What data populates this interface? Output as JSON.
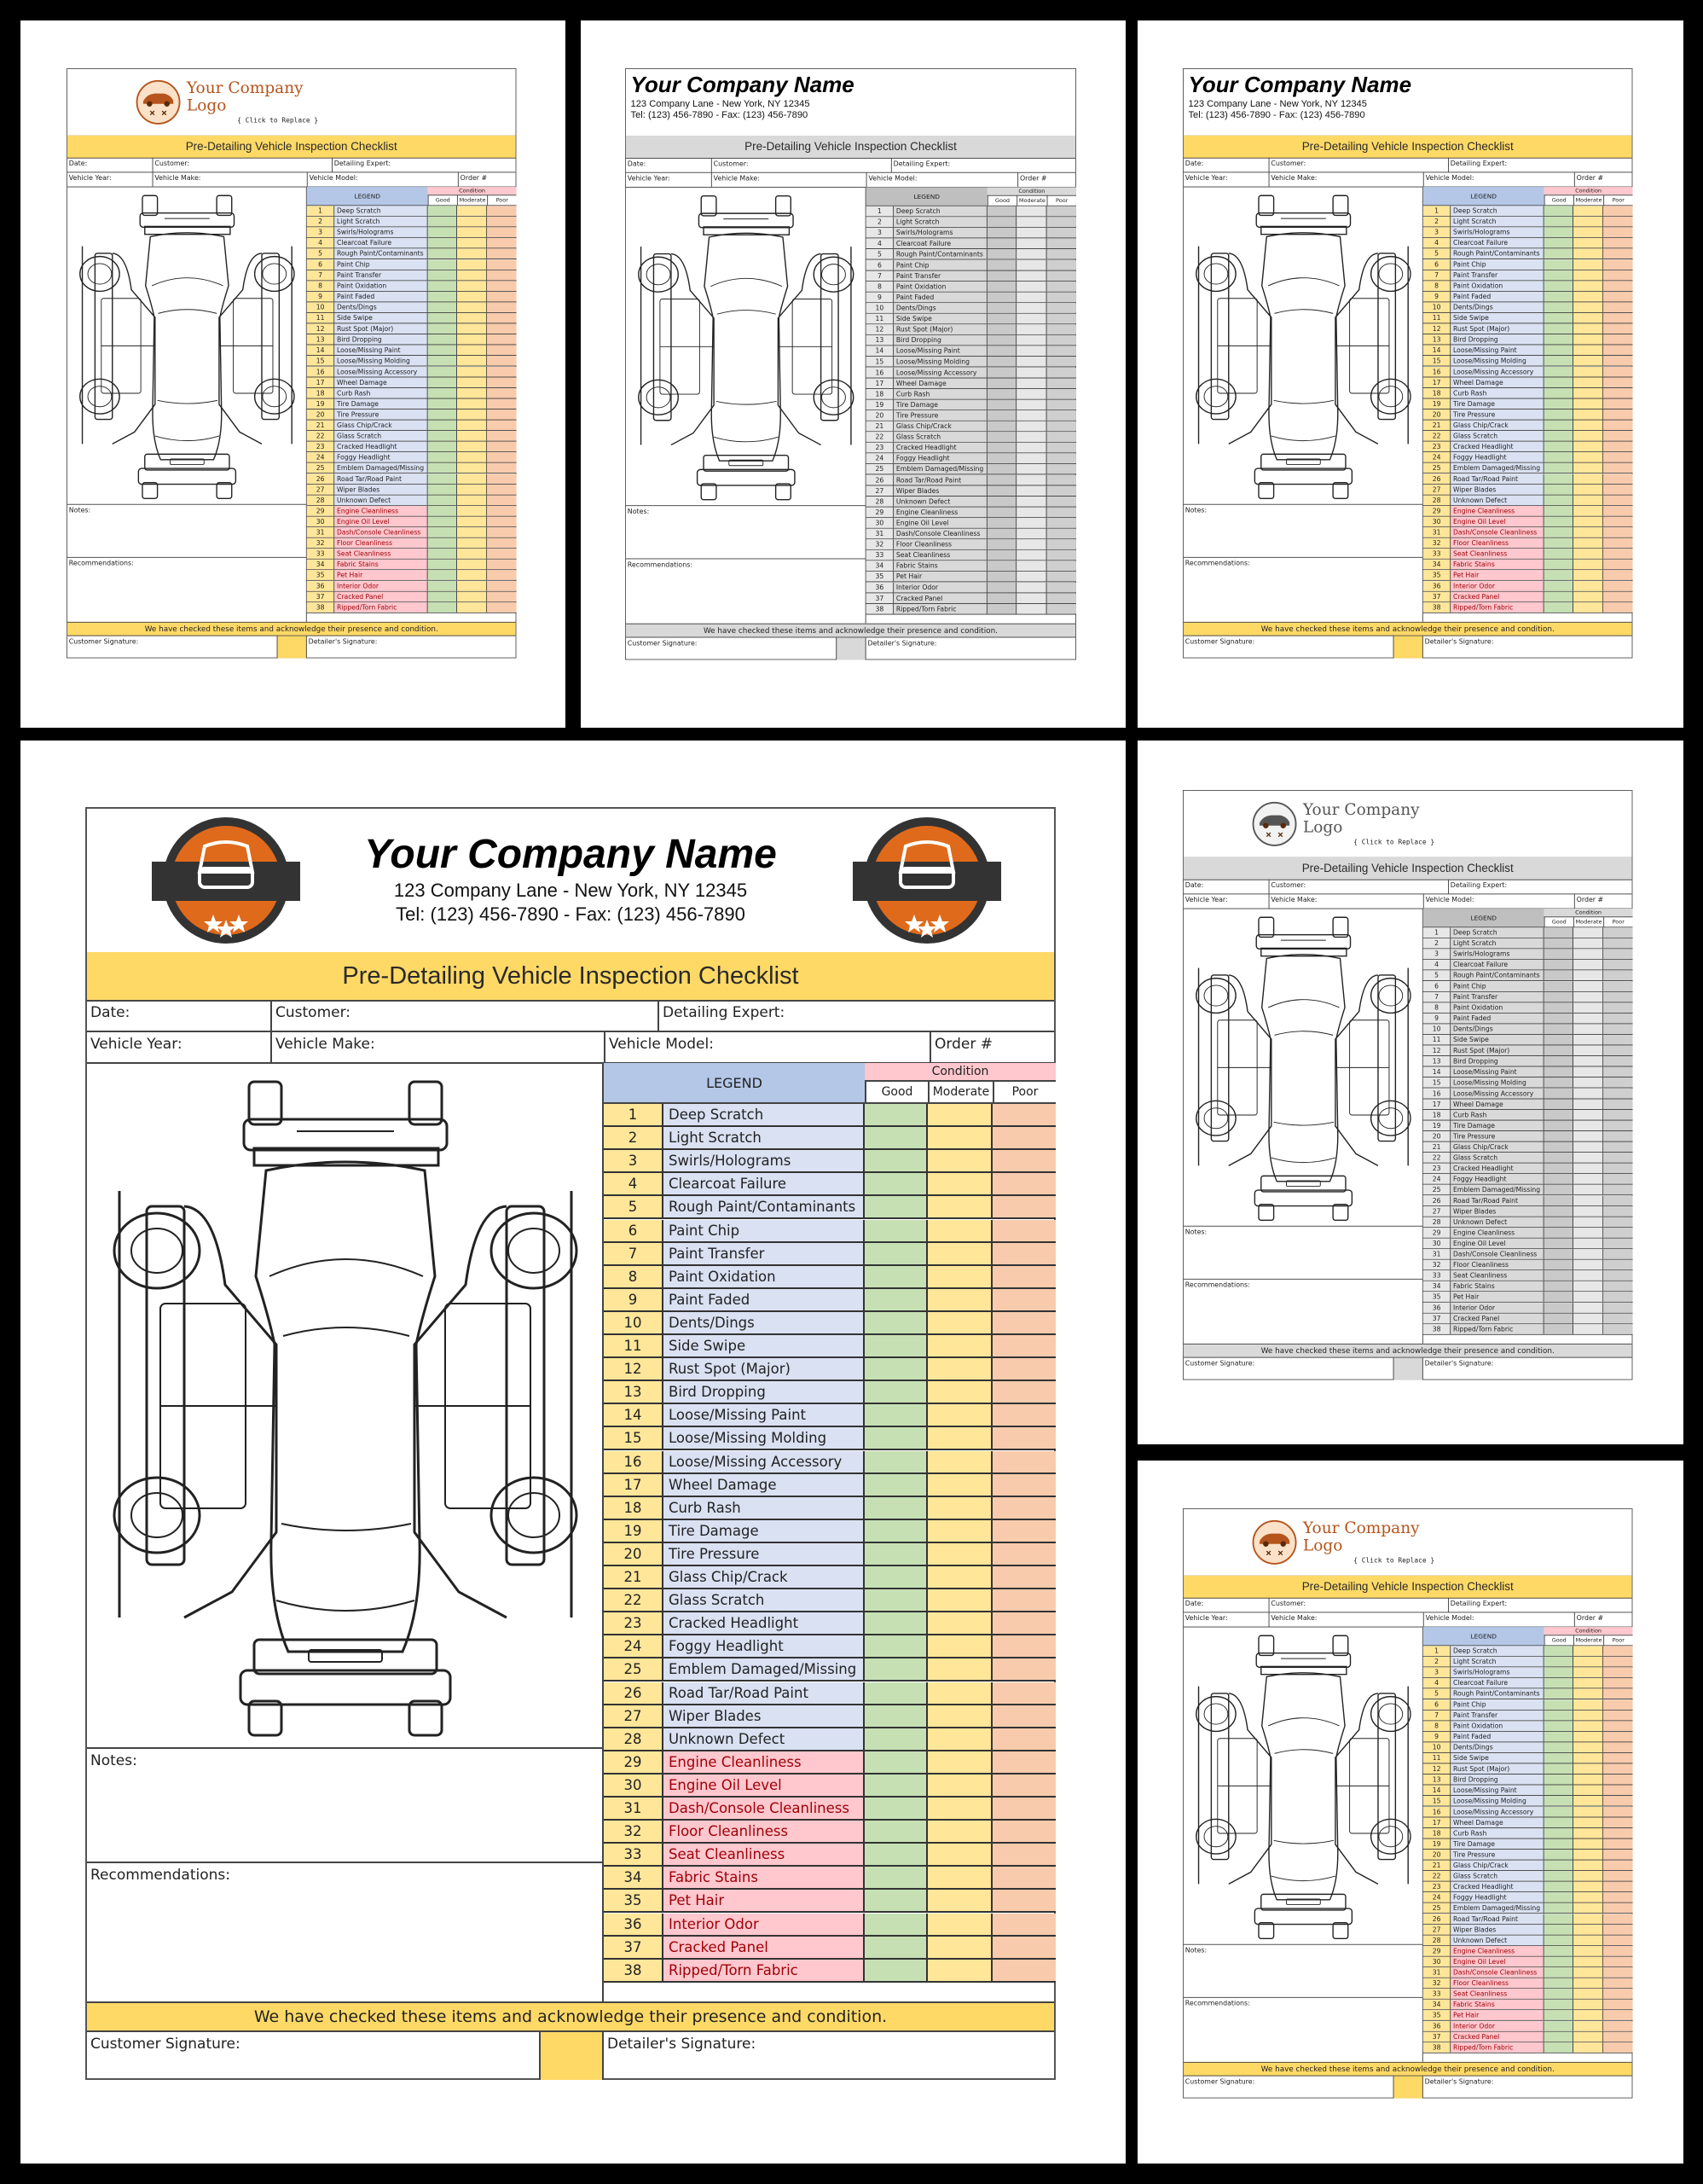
{
  "company": {
    "name": "Your Company Name",
    "address": "123 Company Lane - New York, NY 12345",
    "phone": "Tel: (123) 456-7890 - Fax: (123) 456-7890",
    "logo_line1": "Your Company",
    "logo_line2": "Logo",
    "logo_hint": "{ Click to Replace }"
  },
  "form": {
    "title": "Pre-Detailing Vehicle Inspection Checklist",
    "fields_row1": [
      "Date:",
      "Customer:",
      "Detailing Expert:"
    ],
    "fields_row2": [
      "Vehicle Year:",
      "Vehicle Make:",
      "Vehicle Model:",
      "Order #"
    ],
    "legend_header": "LEGEND",
    "condition_header": "Condition",
    "condition_columns": [
      "Good",
      "Moderate",
      "Poor"
    ],
    "notes_label": "Notes:",
    "recommendations_label": "Recommendations:",
    "acknowledgement": "We have checked these items and acknowledge their presence and condition.",
    "customer_signature_label": "Customer Signature:",
    "detailer_signature_label": "Detailer's Signature:",
    "legend_items": [
      {
        "n": "1",
        "label": "Deep Scratch",
        "group": "exterior"
      },
      {
        "n": "2",
        "label": "Light Scratch",
        "group": "exterior"
      },
      {
        "n": "3",
        "label": "Swirls/Holograms",
        "group": "exterior"
      },
      {
        "n": "4",
        "label": "Clearcoat Failure",
        "group": "exterior"
      },
      {
        "n": "5",
        "label": "Rough Paint/Contaminants",
        "group": "exterior"
      },
      {
        "n": "6",
        "label": "Paint Chip",
        "group": "exterior"
      },
      {
        "n": "7",
        "label": "Paint Transfer",
        "group": "exterior"
      },
      {
        "n": "8",
        "label": "Paint Oxidation",
        "group": "exterior"
      },
      {
        "n": "9",
        "label": "Paint Faded",
        "group": "exterior"
      },
      {
        "n": "10",
        "label": "Dents/Dings",
        "group": "exterior"
      },
      {
        "n": "11",
        "label": "Side Swipe",
        "group": "exterior"
      },
      {
        "n": "12",
        "label": "Rust Spot (Major)",
        "group": "exterior"
      },
      {
        "n": "13",
        "label": "Bird Dropping",
        "group": "exterior"
      },
      {
        "n": "14",
        "label": "Loose/Missing Paint",
        "group": "exterior"
      },
      {
        "n": "15",
        "label": "Loose/Missing Molding",
        "group": "exterior"
      },
      {
        "n": "16",
        "label": "Loose/Missing Accessory",
        "group": "exterior"
      },
      {
        "n": "17",
        "label": "Wheel Damage",
        "group": "exterior"
      },
      {
        "n": "18",
        "label": "Curb Rash",
        "group": "exterior"
      },
      {
        "n": "19",
        "label": "Tire Damage",
        "group": "exterior"
      },
      {
        "n": "20",
        "label": "Tire Pressure",
        "group": "exterior"
      },
      {
        "n": "21",
        "label": "Glass Chip/Crack",
        "group": "exterior"
      },
      {
        "n": "22",
        "label": "Glass Scratch",
        "group": "exterior"
      },
      {
        "n": "23",
        "label": "Cracked Headlight",
        "group": "exterior"
      },
      {
        "n": "24",
        "label": "Foggy Headlight",
        "group": "exterior"
      },
      {
        "n": "25",
        "label": "Emblem Damaged/Missing",
        "group": "exterior"
      },
      {
        "n": "26",
        "label": "Road Tar/Road Paint",
        "group": "exterior"
      },
      {
        "n": "27",
        "label": "Wiper Blades",
        "group": "exterior"
      },
      {
        "n": "28",
        "label": "Unknown Defect",
        "group": "exterior"
      },
      {
        "n": "29",
        "label": "Engine Cleanliness",
        "group": "interior"
      },
      {
        "n": "30",
        "label": "Engine Oil Level",
        "group": "interior"
      },
      {
        "n": "31",
        "label": "Dash/Console Cleanliness",
        "group": "interior"
      },
      {
        "n": "32",
        "label": "Floor Cleanliness",
        "group": "interior"
      },
      {
        "n": "33",
        "label": "Seat Cleanliness",
        "group": "interior"
      },
      {
        "n": "34",
        "label": "Fabric Stains",
        "group": "interior"
      },
      {
        "n": "35",
        "label": "Pet Hair",
        "group": "interior"
      },
      {
        "n": "36",
        "label": "Interior Odor",
        "group": "interior"
      },
      {
        "n": "37",
        "label": "Cracked Panel",
        "group": "interior"
      },
      {
        "n": "38",
        "label": "Ripped/Torn Fabric",
        "group": "interior"
      }
    ]
  },
  "themes": {
    "color": {
      "accent": "#FFD966",
      "legend_header": "#B4C7E7",
      "exterior": "#D9E1F2",
      "interior": "#FFC7CE",
      "number": "#FFE699",
      "condition_header": "#FFC7CE",
      "good": "#C6E0B4",
      "moderate": "#FFE699",
      "poor": "#F8CBAD",
      "interior_text": "#9C0006"
    },
    "gray": {
      "accent": "#D9D9D9",
      "legend_header": "#BFBFBF",
      "exterior": "#D9D9D9",
      "interior": "#D9D9D9",
      "number": "#E7E7E7",
      "condition_header": "#D9D9D9",
      "good": "#C9C9C9",
      "moderate": "#E7E7E7",
      "poor": "#CFCFCF",
      "interior_text": "#222222"
    }
  },
  "panels": [
    {
      "id": "panel-1",
      "header": "logo",
      "theme": "color",
      "logo_color": "#b5541c"
    },
    {
      "id": "panel-2",
      "header": "text",
      "theme": "gray"
    },
    {
      "id": "panel-3",
      "header": "text",
      "theme": "color"
    },
    {
      "id": "panel-4",
      "header": "badges",
      "theme": "color"
    },
    {
      "id": "panel-5",
      "header": "logo",
      "theme": "gray",
      "logo_color": "#555555"
    },
    {
      "id": "panel-6",
      "header": "logo",
      "theme": "color",
      "logo_color": "#b5541c"
    }
  ]
}
